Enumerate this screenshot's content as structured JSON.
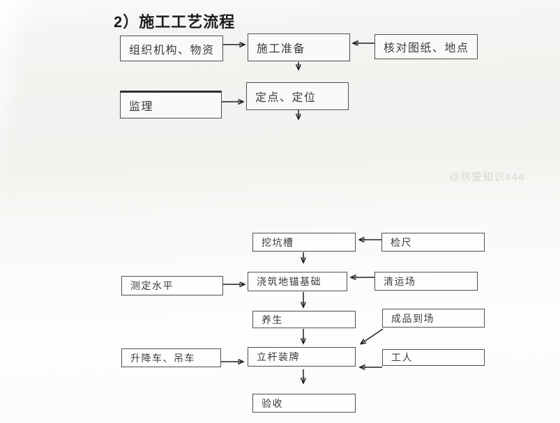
{
  "title": "2）施工工艺流程",
  "watermark": "@热爱知识444",
  "colors": {
    "box_border": "#4e4e4e",
    "arrow": "#1e1e1e",
    "text": "#3b3b3b",
    "watermark": "#d9d7d5",
    "background": "#f5f3f1"
  },
  "flowchart": {
    "nodes": {
      "organization": "组织机构、物资",
      "preparation": "施工准备",
      "verify_drawings": "核对图纸、地点",
      "supervision": "监理",
      "positioning": "定点、定位",
      "dig_pit": "挖坑槽",
      "check_measure": "检尺",
      "measure_level": "测定水平",
      "pour_foundation": "浇筑地锚基础",
      "clear_site": "清运场",
      "curing": "养生",
      "product_arrival": "成品到场",
      "lift_crane": "升降车、吊车",
      "erect_pole": "立杆装牌",
      "workers": "工人",
      "acceptance": "验收"
    },
    "edges": [
      "organization -> preparation",
      "verify_drawings -> preparation",
      "preparation -> down",
      "supervision -> positioning",
      "positioning -> down",
      "check_measure -> dig_pit",
      "dig_pit -> pour_foundation",
      "measure_level -> pour_foundation",
      "clear_site -> pour_foundation",
      "pour_foundation -> curing",
      "curing -> erect_pole",
      "product_arrival -> erect_pole",
      "lift_crane -> erect_pole",
      "workers -> erect_pole",
      "erect_pole -> acceptance"
    ]
  }
}
